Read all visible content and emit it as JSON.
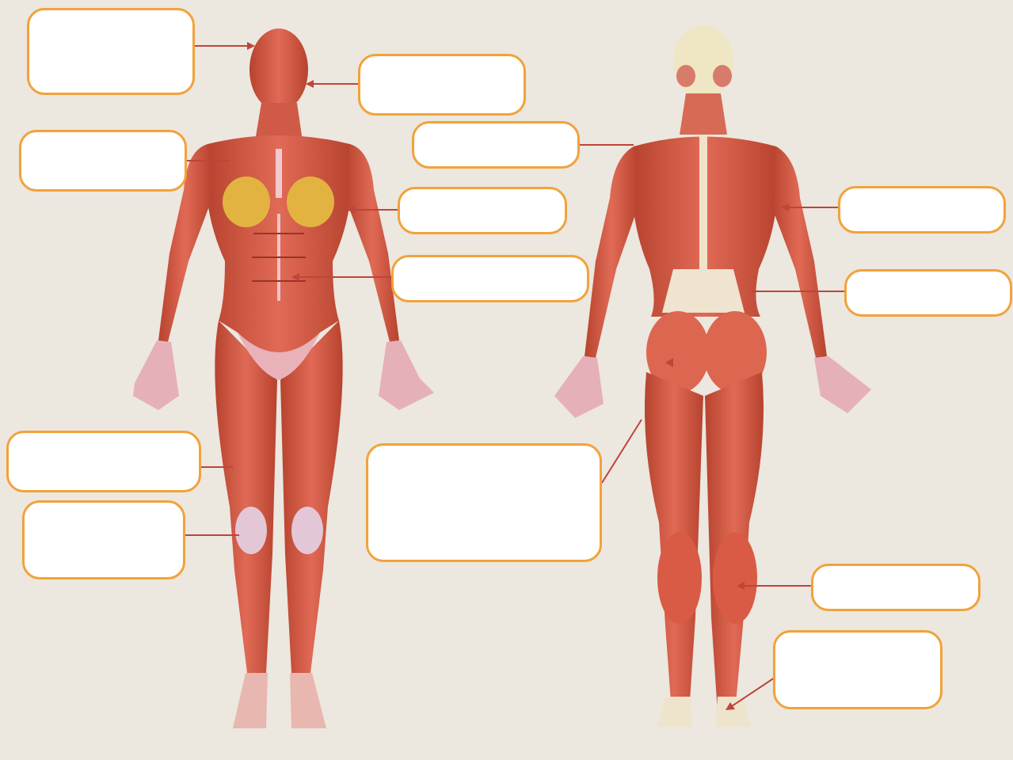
{
  "colors": {
    "background": "#ece7df",
    "box_border": "#f2a23a",
    "box_fill": "#ffffff",
    "leader_line": "#c0443a",
    "muscle": "#d4584a",
    "muscle_dark": "#b23c30",
    "tendon": "#eecfd6",
    "breast": "#e2b340",
    "bone": "#efe6c4"
  },
  "figures": [
    {
      "id": "anterior",
      "description_icon": "female-muscle-front"
    },
    {
      "id": "posterior",
      "description_icon": "female-muscle-back"
    }
  ],
  "labels": [
    {
      "id": "frontalis",
      "text": ""
    },
    {
      "id": "masseter",
      "text": ""
    },
    {
      "id": "trapezius",
      "text": ""
    },
    {
      "id": "pectoralis",
      "text": ""
    },
    {
      "id": "biceps",
      "text": ""
    },
    {
      "id": "rectus-abdominis",
      "text": ""
    },
    {
      "id": "deltoid",
      "text": ""
    },
    {
      "id": "latissimus",
      "text": ""
    },
    {
      "id": "quadriceps",
      "text": ""
    },
    {
      "id": "patella",
      "text": ""
    },
    {
      "id": "gluteus-hamstrings",
      "text": ""
    },
    {
      "id": "gastrocnemius",
      "text": ""
    },
    {
      "id": "achilles",
      "text": ""
    }
  ]
}
